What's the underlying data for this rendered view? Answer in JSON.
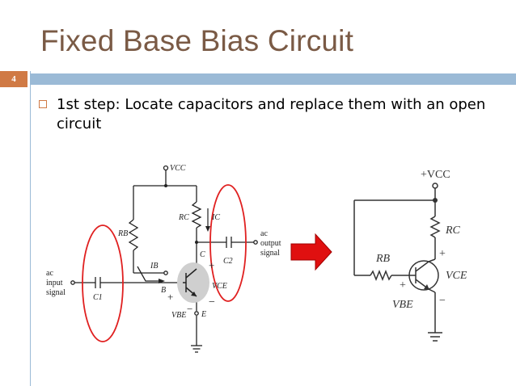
{
  "slide": {
    "title": "Fixed Base Bias Circuit",
    "page_number": "4",
    "bullet": "1st step: Locate capacitors and replace them with an open circuit"
  },
  "left_diagram": {
    "vcc": "VCC",
    "rc": "RC",
    "ic": "IC",
    "rb": "RB",
    "ib": "IB",
    "c_node": "C",
    "b_node": "B",
    "e_node": "E",
    "vce": "VCE",
    "vbe": "VBE",
    "c1": "C1",
    "c2": "C2",
    "input_label": [
      "ac",
      "input",
      "signal"
    ],
    "output_label": [
      "ac",
      "output",
      "signal"
    ],
    "plus": "+",
    "minus": "−",
    "ellipse_color": "#e02020"
  },
  "arrow": {
    "color": "#e01010"
  },
  "right_diagram": {
    "vcc": "+VCC",
    "rc": "RC",
    "rb": "RB",
    "vce": "VCE",
    "vbe": "VBE",
    "plus": "+",
    "minus": "−"
  }
}
